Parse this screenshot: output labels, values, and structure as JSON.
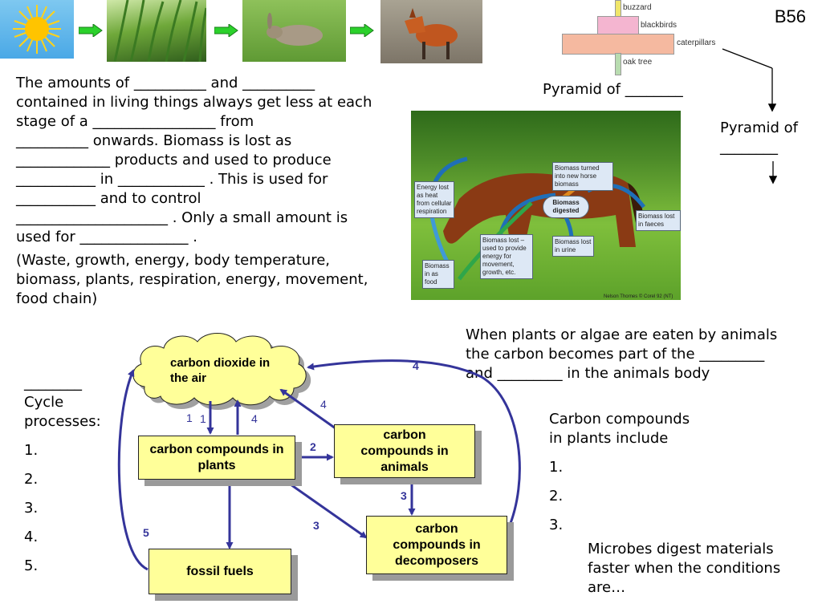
{
  "slide_code": "B56",
  "food_chain": {
    "organisms": [
      "sun",
      "grass",
      "rabbit",
      "fox"
    ]
  },
  "pyramid": {
    "levels": [
      "buzzard",
      "blackbirds",
      "caterpillars",
      "oak tree"
    ],
    "label_numbers": "Pyramid of ________",
    "label_biomass_line1": "Pyramid of",
    "label_biomass_line2": "________"
  },
  "biomass_paragraph": {
    "lines": [
      "The amounts of __________ and __________",
      "contained in living things always get less at each",
      "stage of a _________________ from",
      "__________ onwards. Biomass is lost as",
      "_____________ products and used to produce",
      "___________ in ____________ . This is used for",
      "___________ and to control",
      "_____________________ . Only a small amount is",
      "used for _______________ ."
    ],
    "word_bank_lines": [
      "(Waste, growth, energy, body temperature,",
      "biomass, plants, respiration, energy, movement,",
      "food chain)"
    ]
  },
  "horse_figure": {
    "labels": {
      "energy_lost": "Energy lost as heat from cellular respiration",
      "turned_into": "Biomass turned into new horse biomass",
      "digested": "Biomass digested",
      "lost_faeces": "Biomass lost in faeces",
      "lost_energy": "Biomass lost – used to provide energy for movement, growth, etc.",
      "lost_urine": "Biomass lost in urine",
      "as_food": "Biomass in as food"
    },
    "credit": "Nelson Thornes © Corel 92 (NT)"
  },
  "animals_text": {
    "lines": [
      "When plants or algae are eaten by animals",
      "the carbon becomes part of the _________",
      "and _________ in the animals body"
    ]
  },
  "cycle_processes": {
    "blank": "________",
    "title_lines": [
      "Cycle",
      "processes:"
    ],
    "items": [
      "1.",
      "2.",
      "3.",
      "4.",
      "5."
    ]
  },
  "carbon_diagram": {
    "cloud": "carbon dioxide in the air",
    "plants": "carbon compounds in plants",
    "animals": "carbon compounds in animals",
    "decomposers": "carbon compounds in decomposers",
    "fossil": "fossil fuels",
    "numbers": {
      "n1a": "1",
      "n1b": "1",
      "n4a": "4",
      "n4b": "4",
      "n4c": "4",
      "n2": "2",
      "n3a": "3",
      "n3b": "3",
      "n5": "5"
    }
  },
  "compounds_list": {
    "title_lines": [
      "Carbon compounds",
      "in plants include"
    ],
    "items": [
      "1.",
      "2.",
      "3."
    ]
  },
  "microbes_text": {
    "lines": [
      "Microbes digest materials",
      "faster when the conditions",
      "are…"
    ]
  },
  "colors": {
    "box_fill": "#ffff99",
    "arrow": "#34349a",
    "chain_arrow": "#2bd12b"
  }
}
